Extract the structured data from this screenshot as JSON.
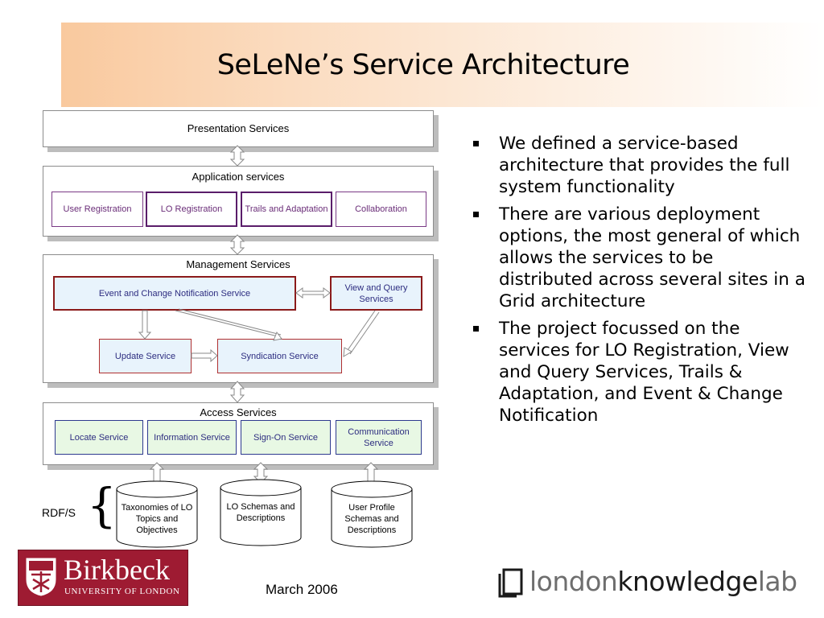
{
  "title": "SeLeNe’s Service Architecture",
  "layers": {
    "presentation": "Presentation Services",
    "application": "Application services",
    "management": "Management Services",
    "access": "Access Services"
  },
  "application_services": [
    "User Registration",
    "LO Registration",
    "Trails and Adaptation",
    "Collaboration"
  ],
  "management_services": {
    "event": "Event and Change Notification Service",
    "view_query": "View and Query Services",
    "update": "Update Service",
    "syndication": "Syndication Service"
  },
  "access_services": [
    "Locate Service",
    "Information Service",
    "Sign-On Service",
    "Communication Service"
  ],
  "databases": [
    "Taxonomies of LO Topics and Objectives",
    "LO Schemas and Descriptions",
    "User Profile Schemas and Descriptions"
  ],
  "rdfs_label": "RDF/S",
  "bullets": [
    "We defined a service-based architecture that provides the full system functionality",
    "There are various deployment options, the most general of which allows the services to be distributed across several sites in a Grid architecture",
    "The project focussed on the services for LO Registration, View and Query Services, Trails & Adaptation, and Event & Change Notification"
  ],
  "footer": {
    "date": "March 2006",
    "birkbeck_name": "Birkbeck",
    "birkbeck_sub": "UNIVERSITY OF LONDON",
    "lkl_part1": "london",
    "lkl_part2": "knowledge",
    "lkl_part3": "lab"
  },
  "colors": {
    "birkbeck_red": "#9e1b32",
    "title_gradient_start": "#f9c99e",
    "mgmt_box_fill": "#e8f3fc",
    "access_box_fill": "#e8f8e4",
    "app_box_border": "#7a3a85"
  }
}
